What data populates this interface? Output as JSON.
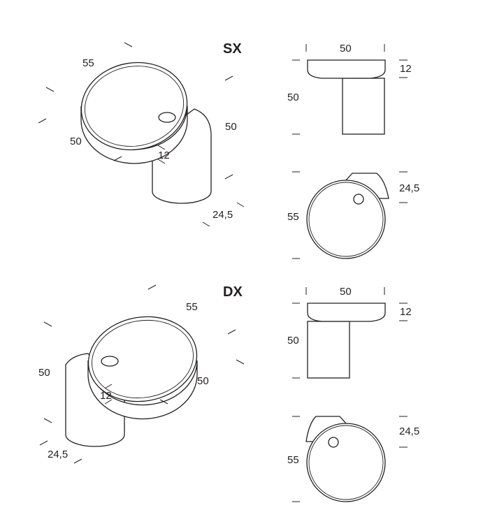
{
  "sections": {
    "sx": {
      "title": "SX",
      "iso": {
        "depth": "55",
        "width": "50",
        "height": "50",
        "rim": "12",
        "pedestal": "24,5"
      },
      "side": {
        "width": "50",
        "height": "50",
        "rim": "12"
      },
      "top": {
        "diameter": "55",
        "pedestal": "24,5"
      }
    },
    "dx": {
      "title": "DX",
      "iso": {
        "depth": "55",
        "width": "50",
        "height": "50",
        "rim": "12",
        "pedestal": "24,5"
      },
      "side": {
        "width": "50",
        "height": "50",
        "rim": "12"
      },
      "top": {
        "diameter": "55",
        "pedestal": "24,5"
      }
    }
  }
}
